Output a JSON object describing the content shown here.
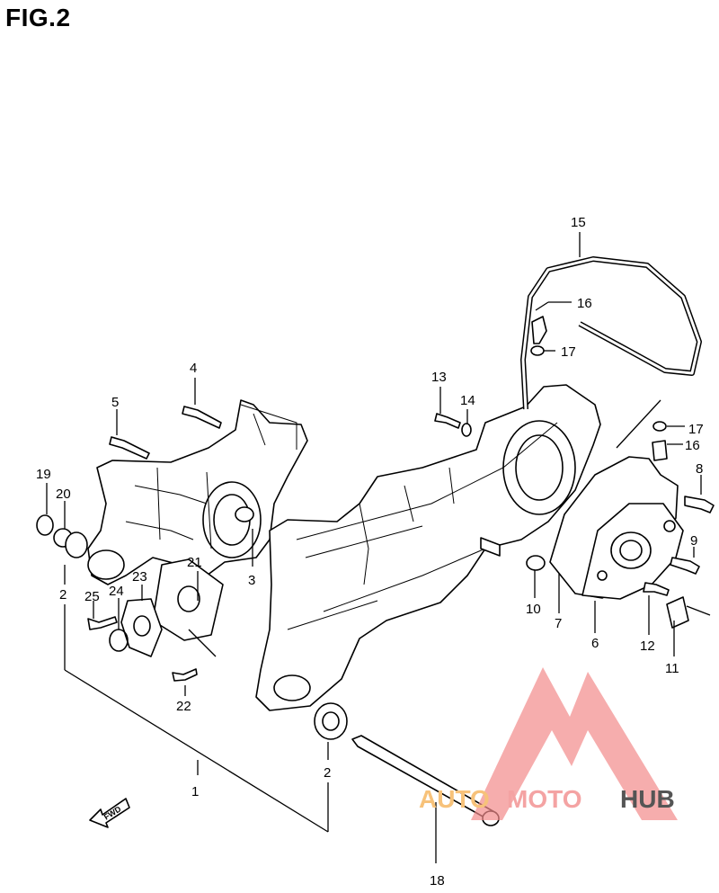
{
  "figure": {
    "title": "FIG.2"
  },
  "direction_marker": {
    "label": "FWD"
  },
  "callouts": [
    {
      "id": "c1",
      "label": "1"
    },
    {
      "id": "c2a",
      "label": "2"
    },
    {
      "id": "c2b",
      "label": "2"
    },
    {
      "id": "c3",
      "label": "3"
    },
    {
      "id": "c4",
      "label": "4"
    },
    {
      "id": "c5",
      "label": "5"
    },
    {
      "id": "c6",
      "label": "6"
    },
    {
      "id": "c7",
      "label": "7"
    },
    {
      "id": "c8",
      "label": "8"
    },
    {
      "id": "c9",
      "label": "9"
    },
    {
      "id": "c10",
      "label": "10"
    },
    {
      "id": "c11",
      "label": "11"
    },
    {
      "id": "c12",
      "label": "12"
    },
    {
      "id": "c13",
      "label": "13"
    },
    {
      "id": "c14",
      "label": "14"
    },
    {
      "id": "c15",
      "label": "15"
    },
    {
      "id": "c16a",
      "label": "16"
    },
    {
      "id": "c16b",
      "label": "16"
    },
    {
      "id": "c17a",
      "label": "17"
    },
    {
      "id": "c17b",
      "label": "17"
    },
    {
      "id": "c18",
      "label": "18"
    },
    {
      "id": "c19",
      "label": "19"
    },
    {
      "id": "c20",
      "label": "20"
    },
    {
      "id": "c21",
      "label": "21"
    },
    {
      "id": "c22",
      "label": "22"
    },
    {
      "id": "c23",
      "label": "23"
    },
    {
      "id": "c24",
      "label": "24"
    },
    {
      "id": "c25",
      "label": "25"
    }
  ],
  "watermark": {
    "text_part1": "AUTO",
    "text_part2": "MOTO",
    "text_part3": "HUB",
    "colors": {
      "logo": "#f28a8a",
      "auto": "#f7c27a",
      "moto": "#f4a3a3",
      "hub": "#555555"
    }
  }
}
